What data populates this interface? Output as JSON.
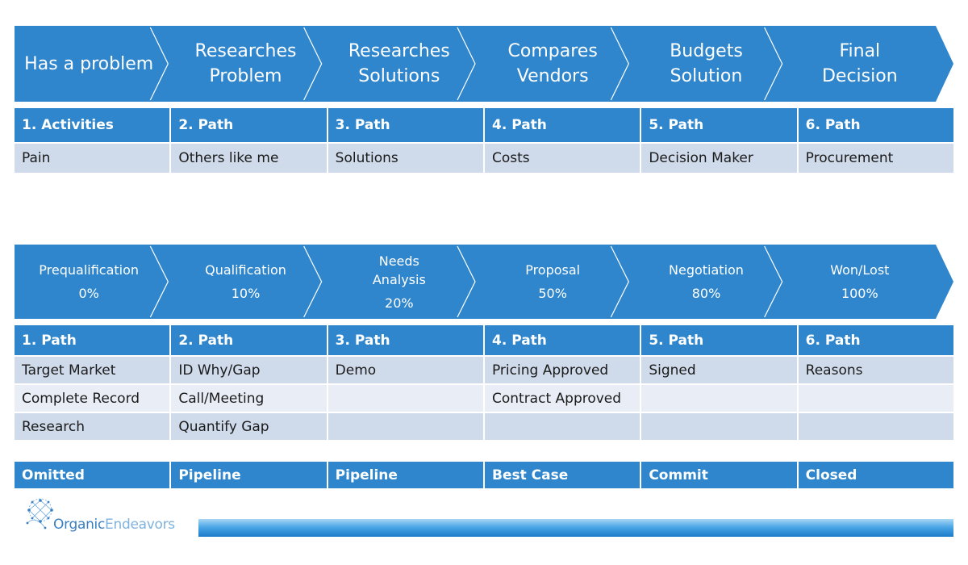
{
  "top_chevrons": [
    {
      "lines": "Has a problem"
    },
    {
      "lines": "Researches\nProblem"
    },
    {
      "lines": "Researches\nSolutions"
    },
    {
      "lines": "Compares\nVendors"
    },
    {
      "lines": "Budgets\nSolution"
    },
    {
      "lines": "Final\nDecision"
    }
  ],
  "top_headers": [
    "1.   Activities",
    "2. Path",
    "3. Path",
    "4. Path",
    "5. Path",
    "6. Path"
  ],
  "top_row": [
    "Pain",
    "Others like me",
    "Solutions",
    "Costs",
    "Decision Maker",
    "Procurement"
  ],
  "bottom_chevrons": [
    {
      "stage": "Prequalification",
      "pct": "0%"
    },
    {
      "stage": "Qualification",
      "pct": "10%"
    },
    {
      "stage": "Needs\nAnalysis",
      "pct": "20%"
    },
    {
      "stage": "Proposal",
      "pct": "50%"
    },
    {
      "stage": "Negotiation",
      "pct": "80%"
    },
    {
      "stage": "Won/Lost",
      "pct": "100%"
    }
  ],
  "bottom_headers": [
    "1.   Path",
    "2. Path",
    "3. Path",
    "4. Path",
    "5. Path",
    "6. Path"
  ],
  "bottom_rows": [
    [
      "Target Market",
      "ID Why/Gap",
      "Demo",
      "Pricing Approved",
      "Signed",
      "Reasons"
    ],
    [
      "Complete Record",
      "Call/Meeting",
      "",
      "Contract Approved",
      "",
      ""
    ],
    [
      "Research",
      "Quantify Gap",
      "",
      "",
      "",
      ""
    ]
  ],
  "forecast_categories": [
    "Omitted",
    "Pipeline",
    "Pipeline",
    "Best  Case",
    "Commit",
    "Closed"
  ],
  "logo": {
    "brand": "Organic",
    "brand2": "Endeavors",
    "icon": "network-globe-icon"
  },
  "colors": {
    "accent": "#2f86cc",
    "row_a": "#cfdaea",
    "row_b": "#e8edf6"
  }
}
